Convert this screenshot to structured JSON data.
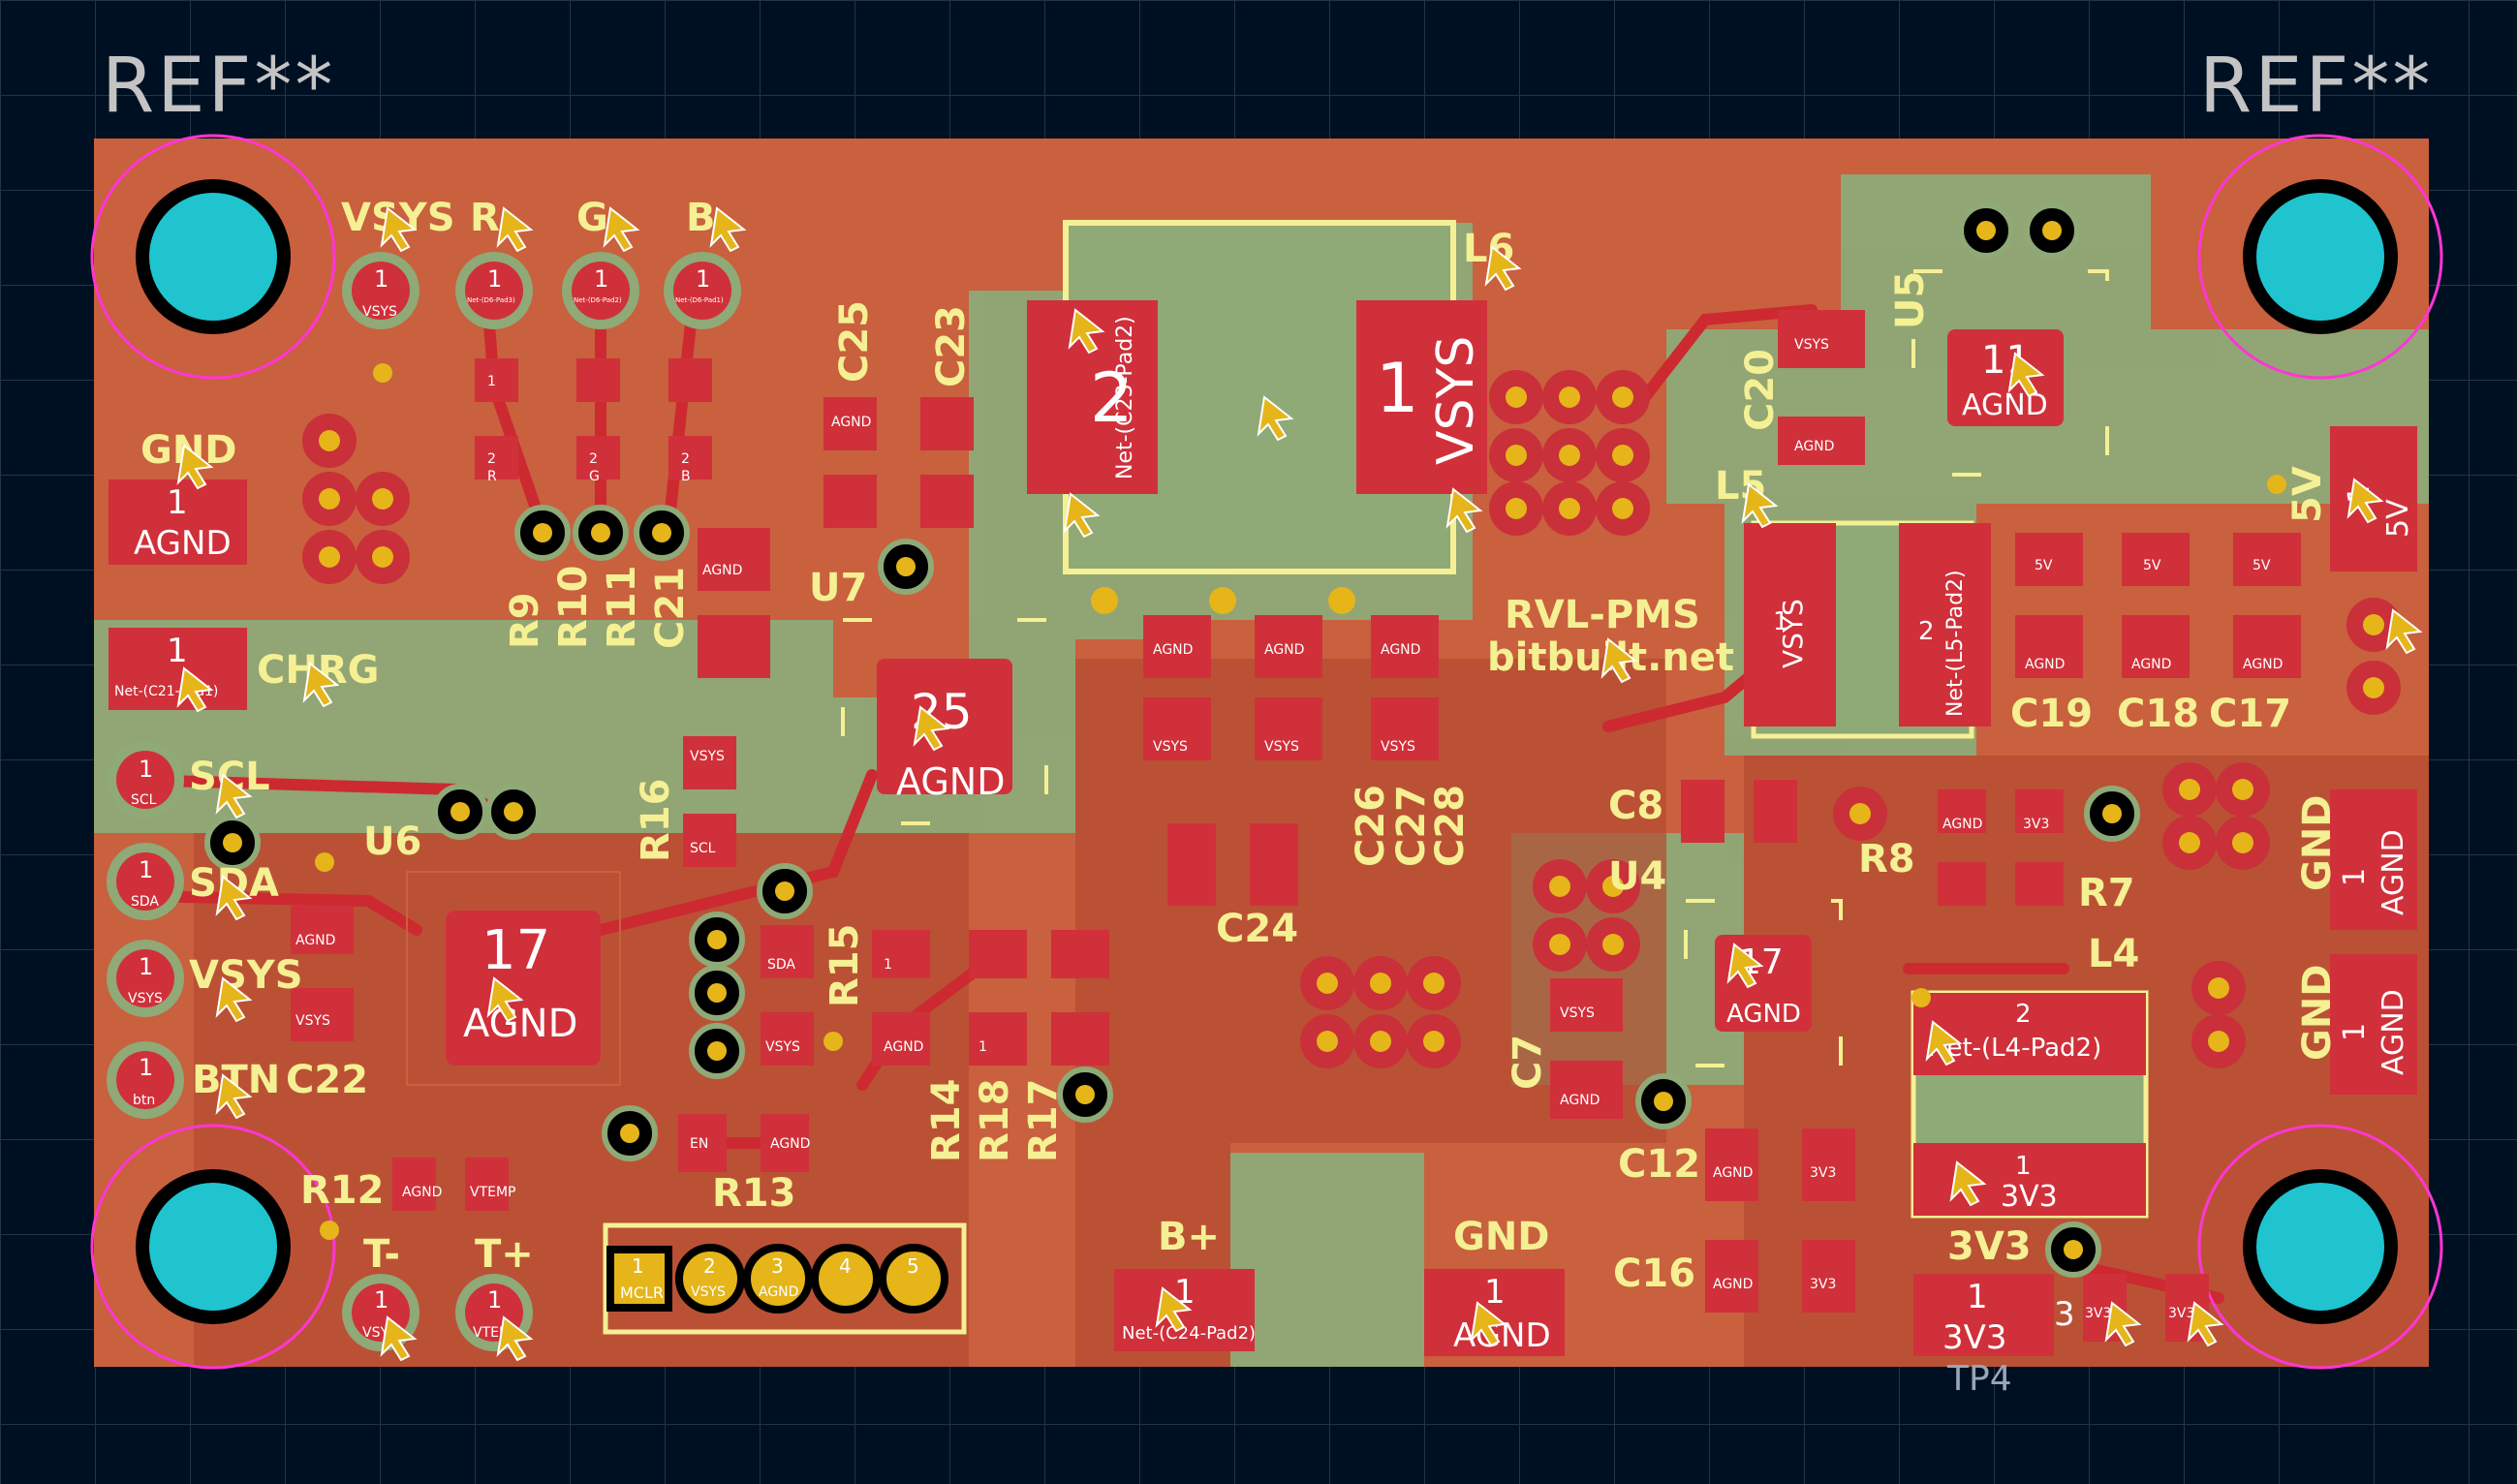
{
  "board": {
    "ref_labels": [
      "REF**",
      "REF**"
    ],
    "title": "RVL-PMS",
    "url": "bitbuilt.net"
  },
  "silk_labels": [
    {
      "id": "vsys-top",
      "text": "VSYS"
    },
    {
      "id": "r-top",
      "text": "R"
    },
    {
      "id": "g-top",
      "text": "G"
    },
    {
      "id": "b-top",
      "text": "B"
    },
    {
      "id": "gnd-left",
      "text": "GND"
    },
    {
      "id": "chrg",
      "text": "CHRG"
    },
    {
      "id": "scl",
      "text": "SCL"
    },
    {
      "id": "sda",
      "text": "SDA"
    },
    {
      "id": "vsys-left",
      "text": "VSYS"
    },
    {
      "id": "btn",
      "text": "BTN"
    },
    {
      "id": "c22",
      "text": "C22"
    },
    {
      "id": "r12",
      "text": "R12"
    },
    {
      "id": "t1",
      "text": "T-"
    },
    {
      "id": "t2",
      "text": "T+"
    },
    {
      "id": "r13",
      "text": "R13"
    },
    {
      "id": "u6",
      "text": "U6"
    },
    {
      "id": "u7",
      "text": "U7"
    },
    {
      "id": "r9",
      "text": "R9"
    },
    {
      "id": "r10",
      "text": "R10"
    },
    {
      "id": "r11",
      "text": "R11"
    },
    {
      "id": "c21",
      "text": "C21"
    },
    {
      "id": "c25",
      "text": "C25"
    },
    {
      "id": "c23",
      "text": "C23"
    },
    {
      "id": "r16",
      "text": "R16"
    },
    {
      "id": "r15",
      "text": "R15"
    },
    {
      "id": "r14",
      "text": "R14"
    },
    {
      "id": "r18",
      "text": "R18"
    },
    {
      "id": "r17",
      "text": "R17"
    },
    {
      "id": "l6",
      "text": "L6"
    },
    {
      "id": "c24",
      "text": "C24"
    },
    {
      "id": "c26",
      "text": "C26"
    },
    {
      "id": "c27",
      "text": "C27"
    },
    {
      "id": "c28",
      "text": "C28"
    },
    {
      "id": "bplus",
      "text": "B+"
    },
    {
      "id": "gnd-bot",
      "text": "GND"
    },
    {
      "id": "u5",
      "text": "U5"
    },
    {
      "id": "c20",
      "text": "C20"
    },
    {
      "id": "l5",
      "text": "L5"
    },
    {
      "id": "c19",
      "text": "C19"
    },
    {
      "id": "c18",
      "text": "C18"
    },
    {
      "id": "c17",
      "text": "C17"
    },
    {
      "id": "5v",
      "text": "5V"
    },
    {
      "id": "c8",
      "text": "C8"
    },
    {
      "id": "u4",
      "text": "U4"
    },
    {
      "id": "r8",
      "text": "R8"
    },
    {
      "id": "r7",
      "text": "R7"
    },
    {
      "id": "l4",
      "text": "L4"
    },
    {
      "id": "c7",
      "text": "C7"
    },
    {
      "id": "c12",
      "text": "C12"
    },
    {
      "id": "c16",
      "text": "C16"
    },
    {
      "id": "3v3",
      "text": "3V3"
    },
    {
      "id": "gnd-r1",
      "text": "GND"
    },
    {
      "id": "gnd-r2",
      "text": "GND"
    },
    {
      "id": "tp4",
      "text": "TP4"
    }
  ],
  "pads": [
    {
      "id": "p-vsys",
      "num": "1",
      "net": "VSYS"
    },
    {
      "id": "p-r",
      "num": "1",
      "net": "Net-(D6-Pad3)"
    },
    {
      "id": "p-g",
      "num": "1",
      "net": "Net-(D6-Pad2)"
    },
    {
      "id": "p-b",
      "num": "1",
      "net": "Net-(D6-Pad1)"
    },
    {
      "id": "p-gnd",
      "num": "1",
      "net": "AGND"
    },
    {
      "id": "p-chrg",
      "num": "1",
      "net": "Net-(C21-Pad1)"
    },
    {
      "id": "p-scl",
      "num": "1",
      "net": "SCL"
    },
    {
      "id": "p-sda",
      "num": "1",
      "net": "SDA"
    },
    {
      "id": "p-vsysl",
      "num": "1",
      "net": "VSYS"
    },
    {
      "id": "p-btn",
      "num": "1",
      "net": "btn"
    },
    {
      "id": "p-tm",
      "num": "1",
      "net": "VSYS"
    },
    {
      "id": "p-tp",
      "num": "1",
      "net": "VTEMP"
    },
    {
      "id": "u6-center",
      "num": "17",
      "net": "AGND"
    },
    {
      "id": "u7-center",
      "num": "25",
      "net": "AGND"
    },
    {
      "id": "l6-p2",
      "num": "2",
      "net": "Net-(C23-Pad2)"
    },
    {
      "id": "l6-p1",
      "num": "1",
      "net": "VSYS"
    },
    {
      "id": "bplus-p",
      "num": "1",
      "net": "Net-(C24-Pad2)"
    },
    {
      "id": "gnd-bot-p",
      "num": "1",
      "net": "AGND"
    },
    {
      "id": "u5-center",
      "num": "11",
      "net": "AGND"
    },
    {
      "id": "l5-p1",
      "num": "1",
      "net": "VSYS"
    },
    {
      "id": "l5-p2",
      "num": "2",
      "net": "Net-(L5-Pad2)"
    },
    {
      "id": "5v-p",
      "num": "1",
      "net": "5V"
    },
    {
      "id": "u4-center",
      "num": "17",
      "net": "AGND"
    },
    {
      "id": "l4-p2",
      "num": "2",
      "net": "Net-(L4-Pad2)"
    },
    {
      "id": "l4-p1",
      "num": "1",
      "net": "3V3"
    },
    {
      "id": "3v3-p",
      "num": "1",
      "net": "3V3"
    },
    {
      "id": "gnd-r1-p",
      "num": "1",
      "net": "AGND"
    },
    {
      "id": "gnd-r2-p",
      "num": "1",
      "net": "AGND"
    },
    {
      "id": "hdr-1",
      "num": "1",
      "net": "MCLR"
    },
    {
      "id": "hdr-2",
      "num": "2",
      "net": "VSYS"
    },
    {
      "id": "hdr-3",
      "num": "3",
      "net": "AGND"
    },
    {
      "id": "hdr-4",
      "num": "4",
      "net": ""
    },
    {
      "id": "hdr-5",
      "num": "5",
      "net": ""
    }
  ],
  "small_pads": {
    "agnd": "AGND",
    "vsys": "VSYS",
    "fivev": "5V",
    "threev3": "3V3",
    "scl": "SCL",
    "sda": "SDA",
    "en": "EN",
    "vtemp": "VTEMP",
    "r": "R",
    "g": "G",
    "b": "B",
    "n1": "1",
    "n2": "2",
    "n3": "3"
  },
  "colors": {
    "background": "#001023",
    "board": "#c9603e",
    "copper_pour": "#b44c32",
    "copper_zone": "#8fa977",
    "pad": "#d0303a",
    "silk": "#f5f093",
    "via_hole": "#e5b51a",
    "mount_hole": "#1fc4cf",
    "courtyard": "#ff35d6"
  }
}
